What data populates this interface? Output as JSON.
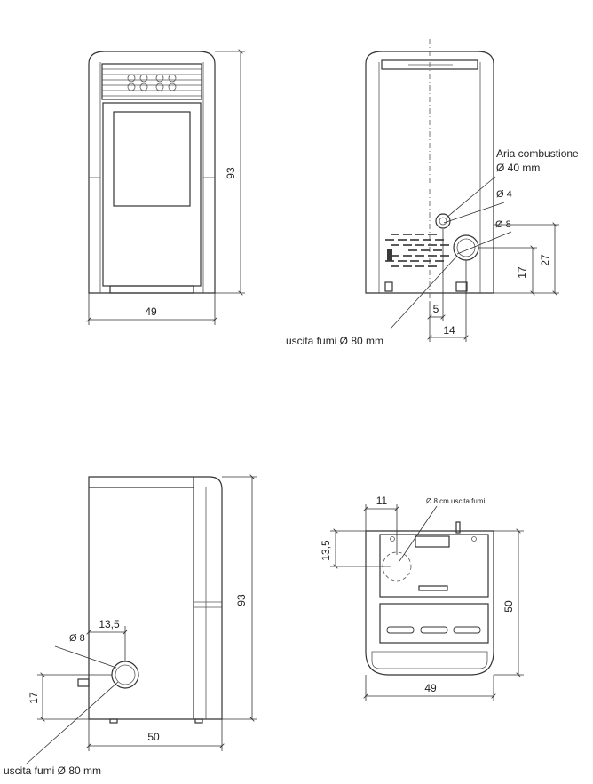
{
  "front": {
    "height": "93",
    "width": "49"
  },
  "back": {
    "air_label_1": "Aria combustione",
    "air_label_2": "Ø 40 mm",
    "phi4": "Ø 4",
    "phi8": "Ø 8",
    "d27": "27",
    "d17": "17",
    "d5": "5",
    "d14": "14",
    "flue": "uscita fumi Ø 80 mm"
  },
  "side": {
    "height": "93",
    "d135": "13,5",
    "phi8": "Ø 8",
    "d17": "17",
    "width": "50",
    "flue": "uscita fumi Ø 80 mm"
  },
  "top": {
    "d11": "11",
    "flue_label": "Ø 8 cm uscita fumi",
    "d135": "13,5",
    "depth": "50",
    "width": "49"
  }
}
